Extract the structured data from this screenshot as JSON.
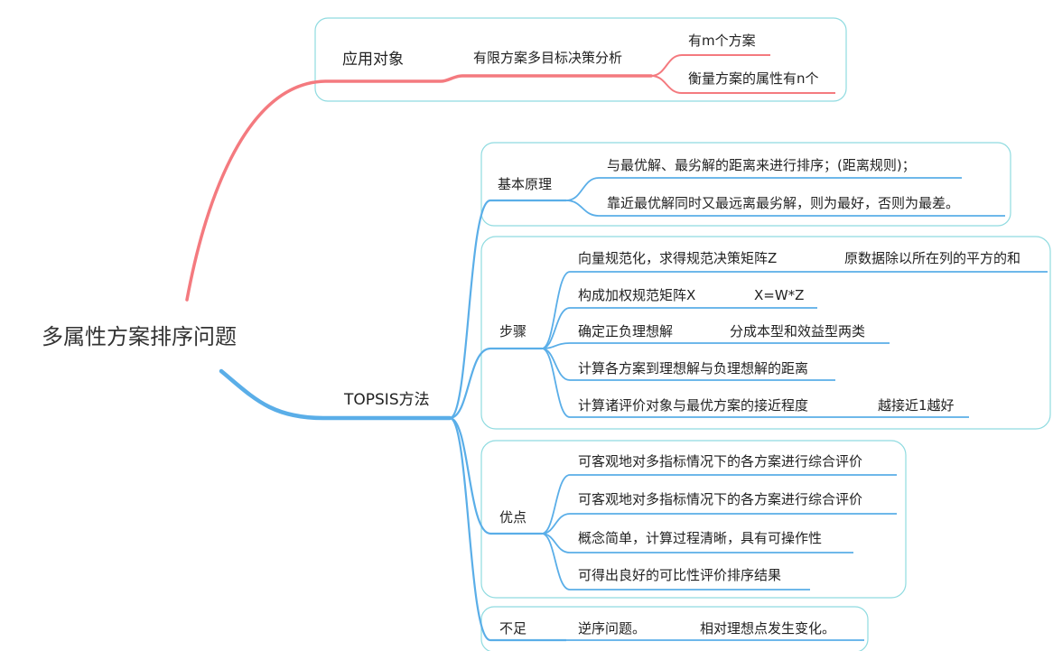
{
  "mindmap": {
    "root": "多属性方案排序问题",
    "app": {
      "label": "应用对象",
      "sub": "有限方案多目标决策分析",
      "items": [
        "有m个方案",
        "衡量方案的属性有n个"
      ]
    },
    "topsis": {
      "label": "TOPSIS方法",
      "principle": {
        "label": "基本原理",
        "items": [
          "与最优解、最劣解的距离来进行排序；(距离规则)；",
          "靠近最优解同时又最远离最劣解，则为最好，否则为最差。"
        ]
      },
      "steps": {
        "label": "步骤",
        "items": [
          {
            "text": "向量规范化，求得规范决策矩阵Z",
            "note": "原数据除以所在列的平方的和"
          },
          {
            "text": "构成加权规范矩阵X",
            "note": "X=W*Z"
          },
          {
            "text": "确定正负理想解",
            "note": "分成本型和效益型两类"
          },
          {
            "text": "计算各方案到理想解与负理想解的距离",
            "note": ""
          },
          {
            "text": "计算诸评价对象与最优方案的接近程度",
            "note": "越接近1越好"
          }
        ]
      },
      "advantages": {
        "label": "优点",
        "items": [
          "可客观地对多指标情况下的各方案进行综合评价",
          "可客观地对多指标情况下的各方案进行综合评价",
          "概念简单，计算过程清晰，具有可操作性",
          "可得出良好的可比性评价排序结果"
        ]
      },
      "shortcomings": {
        "label": "不足",
        "items": [
          "逆序问题。",
          "相对理想点发生变化。"
        ]
      }
    },
    "colors": {
      "red_branch": "#f47a7f",
      "blue_branch": "#5aaee8",
      "group_border": "#8fdbe0"
    }
  }
}
